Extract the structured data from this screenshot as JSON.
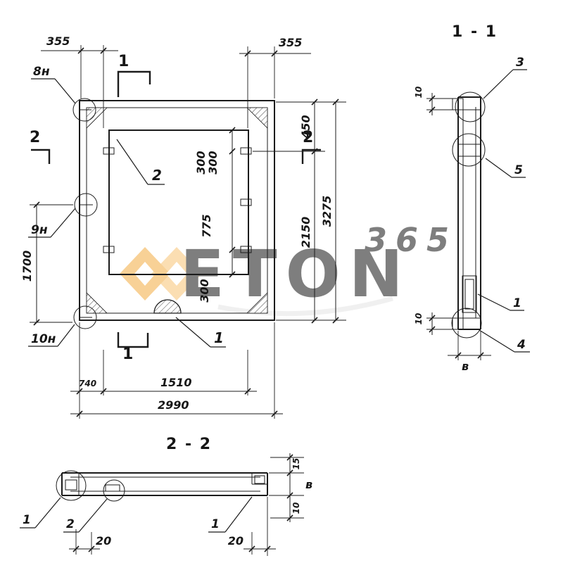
{
  "watermark": {
    "eton": "ETON",
    "num": "365",
    "orange": "#ef9c1e",
    "gray": "#c9c9c9"
  },
  "plan": {
    "sec1_top": "1",
    "sec1_bottom": "1",
    "sec2_left": "2",
    "sec2_right": "2",
    "callout_8n": "8н",
    "callout_9n": "9н",
    "callout_10n": "10н",
    "leader_2": "2",
    "leader_1": "1",
    "dim_355_left": "355",
    "dim_355_right": "355",
    "dim_450": "450",
    "dim_2150": "2150",
    "dim_3275": "3275",
    "dim_300_a": "300",
    "dim_300_b": "300",
    "dim_775": "775",
    "dim_300_c": "300",
    "dim_1700": "1700",
    "dim_740": "740",
    "dim_1510": "1510",
    "dim_2990": "2990"
  },
  "section11": {
    "title": "1 - 1",
    "callout_3": "3",
    "callout_5": "5",
    "callout_1": "1",
    "callout_4": "4",
    "dim_10_top": "10",
    "dim_10_bottom": "10",
    "dim_b": "в"
  },
  "section22": {
    "title": "2 - 2",
    "callout_1_left": "1",
    "callout_2": "2",
    "callout_1_right": "1",
    "dim_15": "15",
    "dim_b": "в",
    "dim_10": "10",
    "dim_20_left": "20",
    "dim_20_right": "20"
  }
}
